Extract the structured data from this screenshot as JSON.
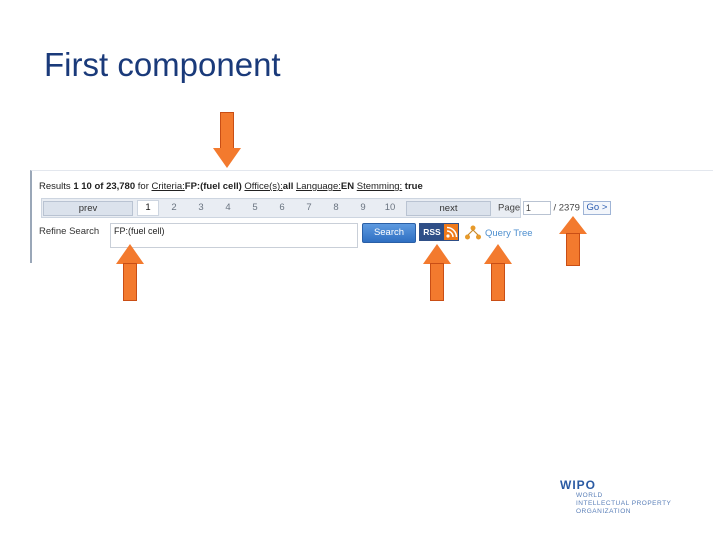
{
  "slide": {
    "title": "First component"
  },
  "results": {
    "prefix": "Results",
    "range": "1 10 of 23,780",
    "for": "for",
    "criteria_label": "Criteria:",
    "criteria_value": "FP:(fuel cell)",
    "office_label": "Office(s):",
    "office_value": "all",
    "language_label": "Language:",
    "language_value": "EN",
    "stemming_label": "Stemming:",
    "stemming_value": "true"
  },
  "pager": {
    "prev_label": "prev",
    "next_label": "next",
    "pages": [
      "1",
      "2",
      "3",
      "4",
      "5",
      "6",
      "7",
      "8",
      "9",
      "10"
    ],
    "current_page": "1"
  },
  "page_jump": {
    "label": "Page",
    "value": "1",
    "total": "/ 2379",
    "go_label": "Go >"
  },
  "refine": {
    "label": "Refine Search",
    "value": "FP:(fuel cell)",
    "search_label": "Search"
  },
  "rss": {
    "label": "RSS"
  },
  "query_tree": {
    "label": "Query Tree"
  },
  "logo": {
    "name": "WIPO",
    "line1": "WORLD",
    "line2": "INTELLECTUAL PROPERTY",
    "line3": "ORGANIZATION"
  },
  "colors": {
    "title": "#1a3a7a",
    "arrow": "#f37a2e",
    "search_button": "#2f6fc2",
    "link": "#4e8fcf"
  }
}
